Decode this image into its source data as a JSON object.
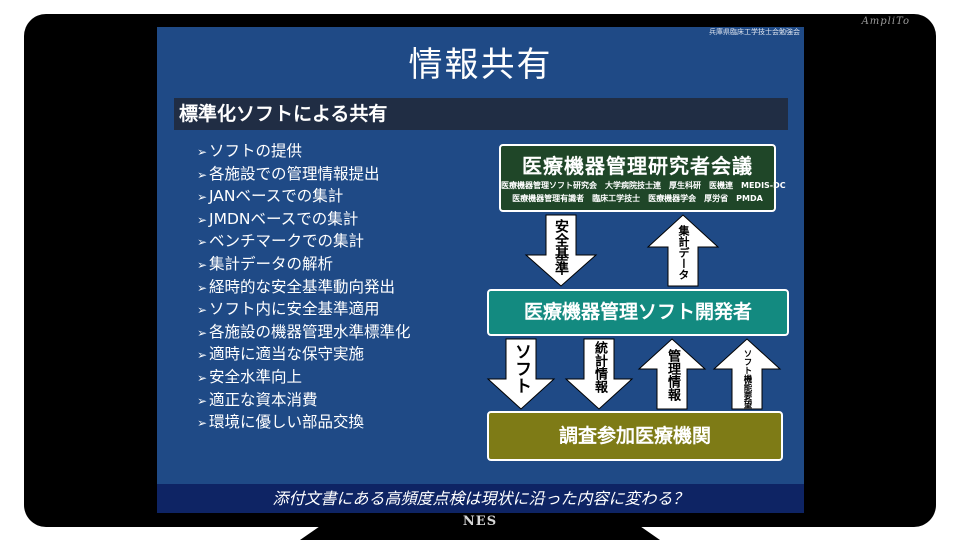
{
  "watermark": "AmpliTo",
  "brand": "NES",
  "slide": {
    "org": "兵庫県臨床工学技士会勉強会",
    "title": "情報共有",
    "section": "標準化ソフトによる共有",
    "bullet_mark": "➢",
    "bullets": [
      "ソフトの提供",
      "各施設での管理情報提出",
      "JANベースでの集計",
      "JMDNベースでの集計",
      "ベンチマークでの集計",
      "集計データの解析",
      "経時的な安全基準動向発出",
      "ソフト内に安全基準適用",
      "各施設の機器管理水準標準化",
      "適時に適当な保守実施",
      "安全水準向上",
      "適正な資本消費",
      "環境に優しい部品交換"
    ],
    "diagram": {
      "top_box": {
        "title": "医療機器管理研究者会議",
        "row1": "医療機器管理ソフト研究会　大学病院技士連　厚生科研　医機連　MEDIS-DC",
        "row2": "医療機器管理有識者　臨床工学技士　医療機器学会　厚労省　PMDA"
      },
      "mid_box": "医療機器管理ソフト開発者",
      "bottom_box": "調査参加医療機関",
      "arrow_down_1": "安全基準",
      "arrow_up_1": "集計データ",
      "arrow_down_2": "ソフト",
      "arrow_down_3": "統計情報",
      "arrow_up_2": "管理情報",
      "arrow_up_3": "ソフト機能要望"
    },
    "footer": "添付文書にある高頻度点検は現状に沿った内容に変わる？"
  }
}
